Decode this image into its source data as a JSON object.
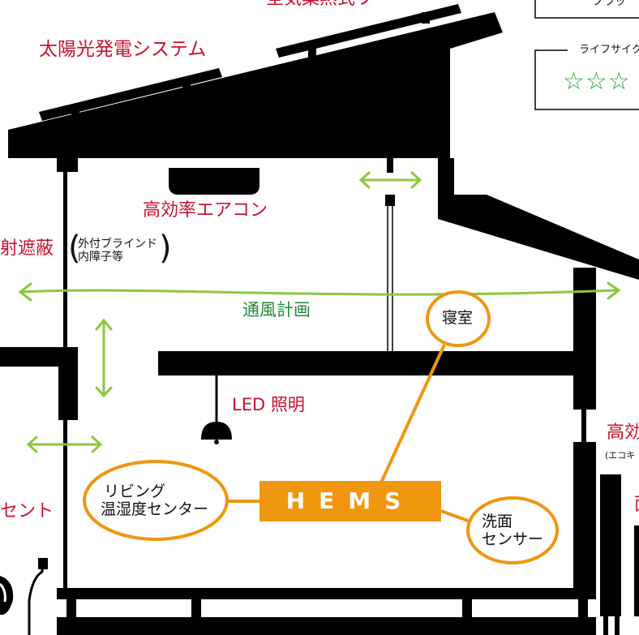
{
  "labels": {
    "pv_system": "太陽光発電システム",
    "top_cut": "全気集熱式ワー",
    "aircon": "高効率エアコン",
    "shading": "射遮蔽",
    "blinds_line1": "外付ブラインド",
    "blinds_line2": "内障子等",
    "ventilation": "通風計画",
    "bedroom": "寝室",
    "led": "LED 照明",
    "living_line1": "リビング",
    "living_line2": "温湿度センター",
    "hems": "HEMS",
    "washroom_line1": "洗面",
    "washroom_line2": "センサー",
    "outlet": "セント",
    "right_high": "高効",
    "right_eco": "(エコキ",
    "right_small": "面"
  },
  "legend": {
    "top_box_text": "フラッ",
    "lifecycle": "ライフサイクル",
    "stars": "☆☆☆"
  },
  "colors": {
    "label_red": "#c8102e",
    "vent_green": "#1f8a3a",
    "arrow_green": "#8dc63f",
    "hems_orange": "#f0960f",
    "structure": "#000000"
  }
}
